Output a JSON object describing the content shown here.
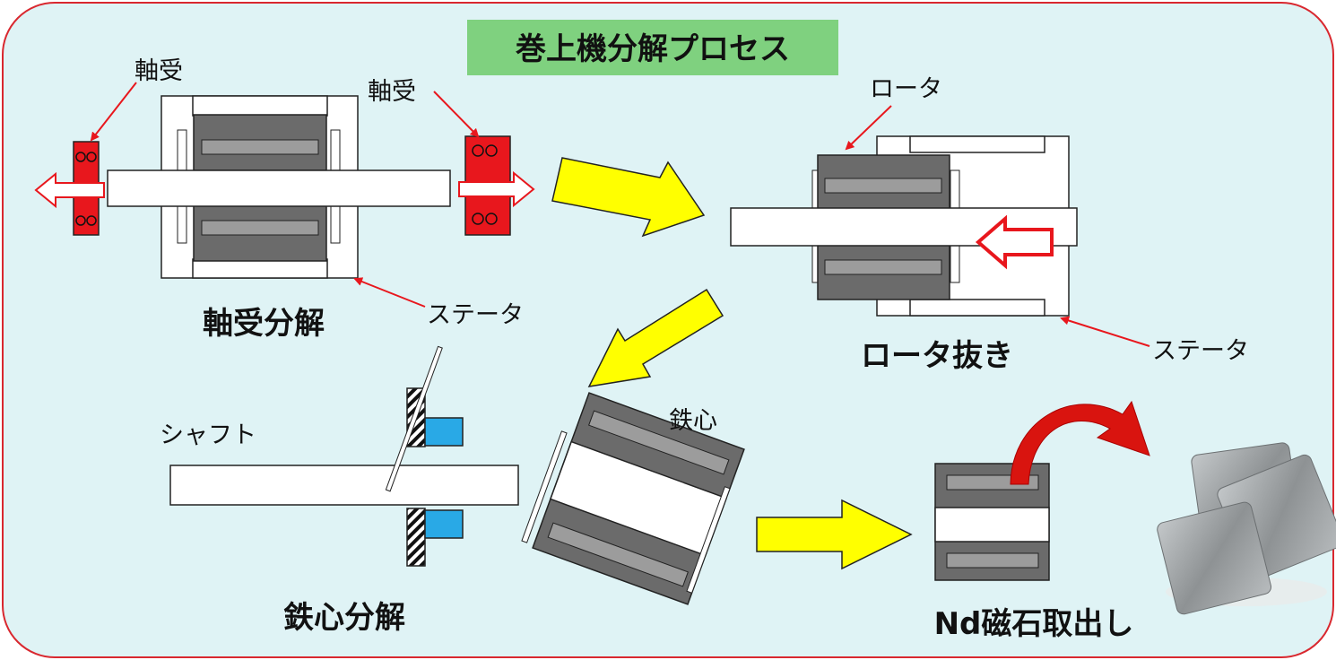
{
  "title": "巻上機分解プロセス",
  "labels": {
    "bearing_left": "軸受",
    "bearing_right": "軸受",
    "stator_1": "ステータ",
    "rotor": "ロータ",
    "stator_2": "ステータ",
    "shaft": "シャフト",
    "core": "鉄心"
  },
  "steps": {
    "bearing_disassembly": "軸受分解",
    "rotor_removal": "ロータ抜き",
    "core_disassembly": "鉄心分解",
    "magnet_extraction": "Nd磁石取出し"
  },
  "colors": {
    "panel_bg": "#dff3f5",
    "panel_border": "#d9282f",
    "title_bg": "#7fd17f",
    "bearing": "#e8171d",
    "arrow_flow": "#ffff00",
    "rotor": "#6b6b6b",
    "sleeve": "#29a9e6",
    "magnet": "#9a9ea0"
  }
}
